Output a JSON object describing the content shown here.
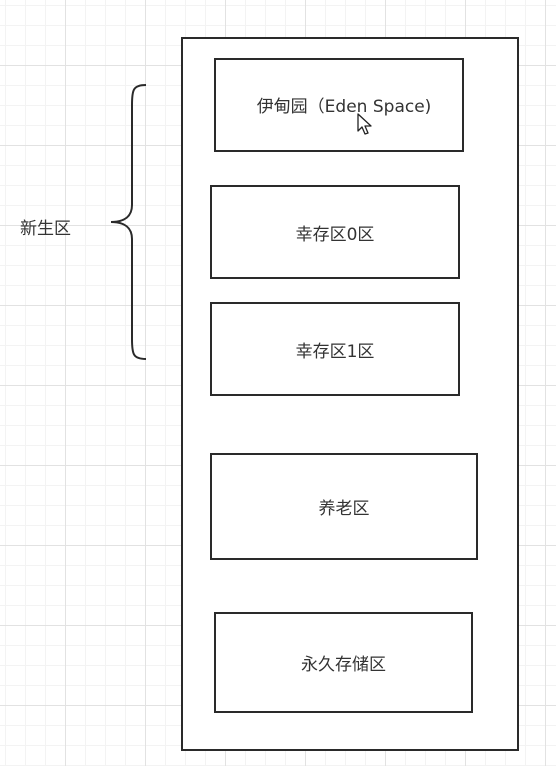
{
  "young_generation_label": "新生区",
  "heap": {
    "eden": "伊甸园（Eden Space)",
    "survivor0": "幸存区0区",
    "survivor1": "幸存区1区",
    "old": "养老区",
    "permanent": "永久存储区"
  },
  "colors": {
    "border": "#2a2a2a",
    "text": "#333333",
    "grid": "#e2e2e2"
  }
}
